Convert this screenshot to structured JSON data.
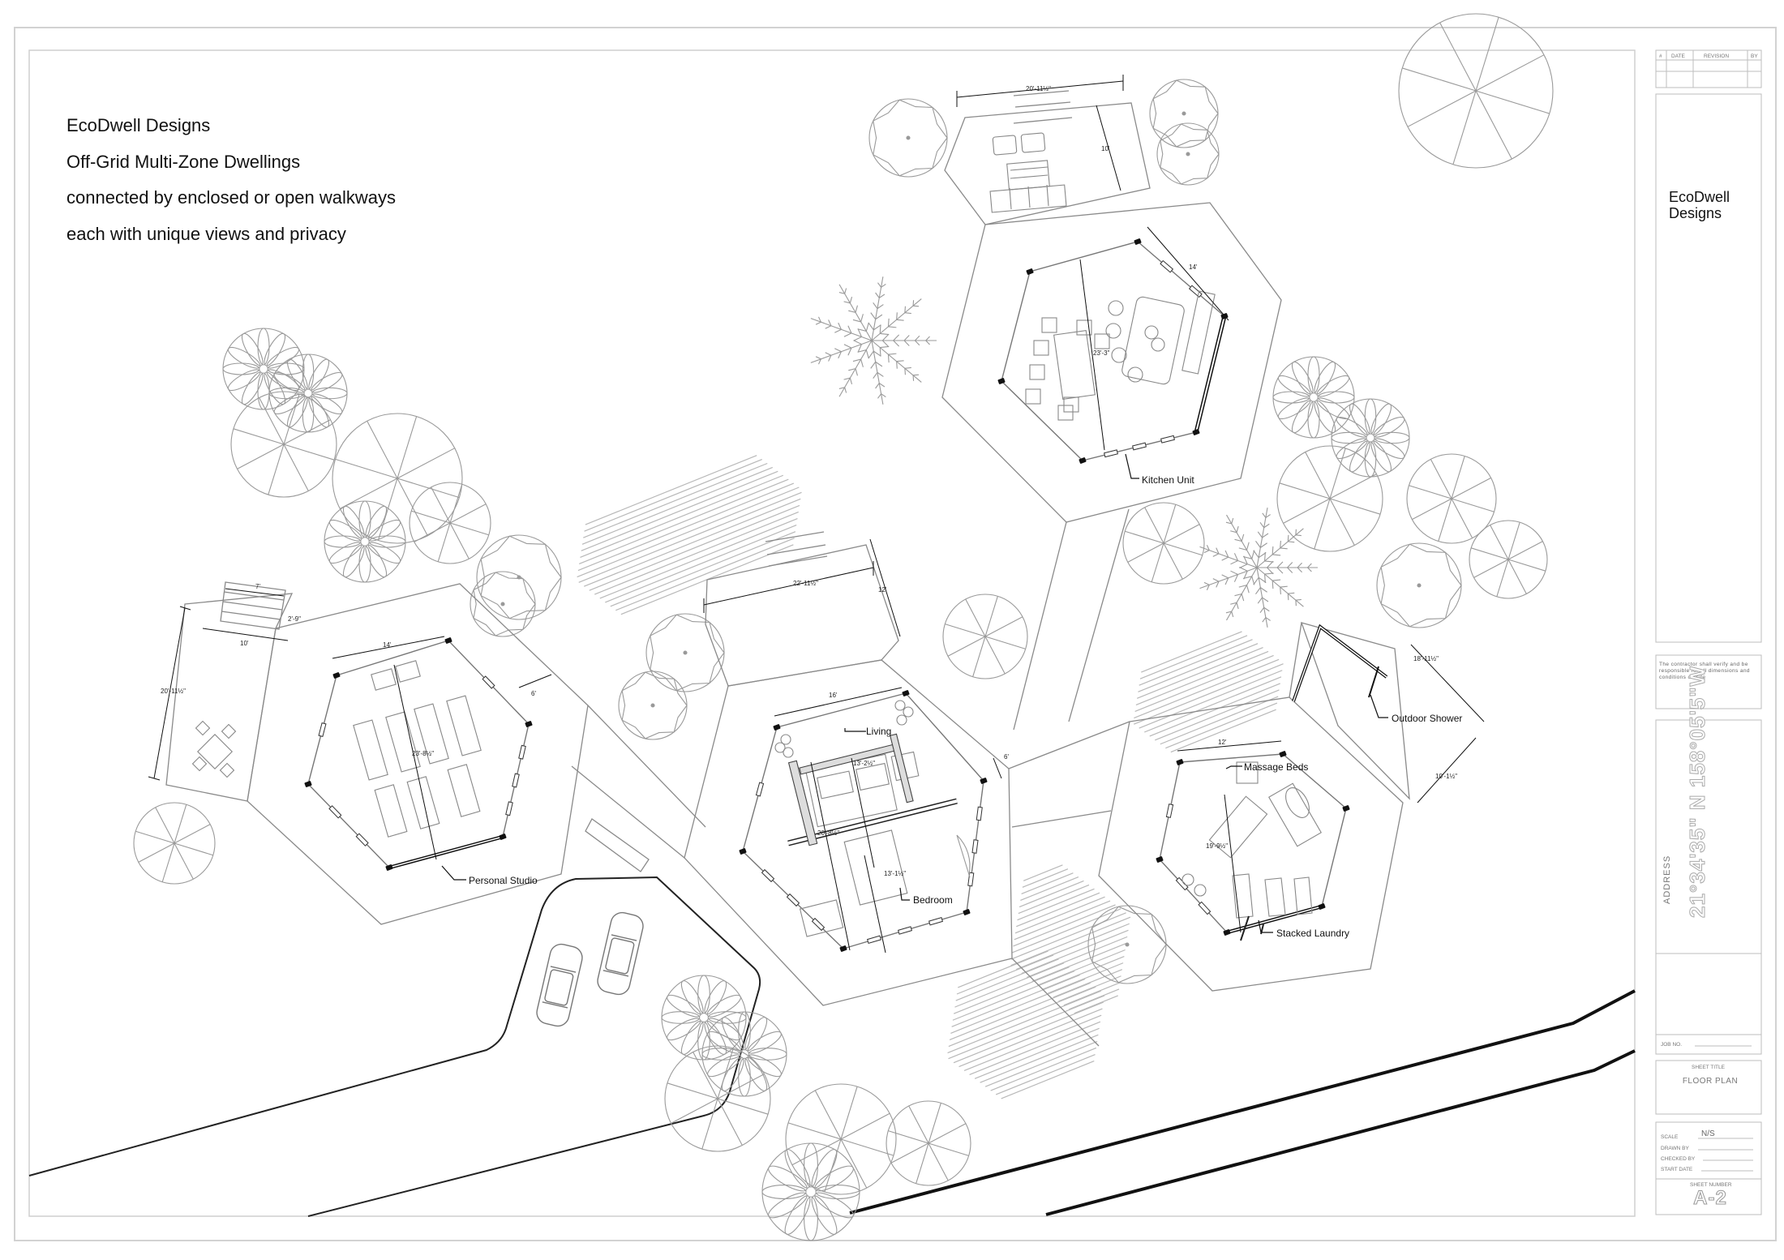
{
  "notes": {
    "line1": "EcoDwell Designs",
    "line2": "Off-Grid Multi-Zone Dwellings",
    "line3": "connected by enclosed or open walkways",
    "line4": "each with unique views and privacy"
  },
  "zones": {
    "personal_studio": "Personal Studio",
    "living": "Living",
    "bedroom": "Bedroom",
    "kitchen_unit": "Kitchen Unit",
    "massage_beds": "Massage Beds",
    "stacked_laundry": "Stacked Laundry",
    "outdoor_shower": "Outdoor Shower"
  },
  "dimensions": {
    "kitchen_deck_width": "20'-11½\"",
    "kitchen_deck_depth": "10'",
    "kitchen_side": "14'",
    "kitchen_span": "23'-3\"",
    "living_deck_width": "22'-11½\"",
    "living_deck_depth": "12'",
    "living_width": "16'",
    "living_inner": "13'-2½\"",
    "living_wall": "20'-8½\"",
    "bedroom_depth": "13'-1½\"",
    "living_side": "6'",
    "studio_step_width": "7'",
    "studio_step_depth": "2'-9\"",
    "studio_deck_width": "10'",
    "studio_deck_depth": "20'-11½\"",
    "studio_width": "14'",
    "studio_span": "23'-8½\"",
    "studio_side": "6'",
    "spa_width": "12'",
    "spa_span": "19'-9½\"",
    "shower_width": "18'-11½\"",
    "shower_depth": "10'-1½\""
  },
  "title_block": {
    "rev_col_num": "#",
    "rev_col_date": "DATE",
    "rev_col_revision": "REVISION",
    "rev_col_by": "BY",
    "brand": "EcoDwell Designs",
    "contractor_note": "The contractor shall verify and be responsible for all dimensions and conditions on site",
    "address_label": "ADDRESS",
    "address_value": "21°34'35\" N 158°05'5\"W",
    "job_no_label": "JOB NO.",
    "sheet_title_label": "SHEET TITLE",
    "sheet_title": "FLOOR PLAN",
    "scale_label": "SCALE",
    "scale_value": "N/S",
    "drawn_by_label": "DRAWN BY",
    "checked_by_label": "CHECKED BY",
    "start_date_label": "START DATE",
    "sheet_number_label": "SHEET NUMBER",
    "sheet_number": "A-2"
  },
  "colors": {
    "line": "#111111",
    "light_line": "#9a9a9a",
    "border": "#cfcfcf"
  }
}
